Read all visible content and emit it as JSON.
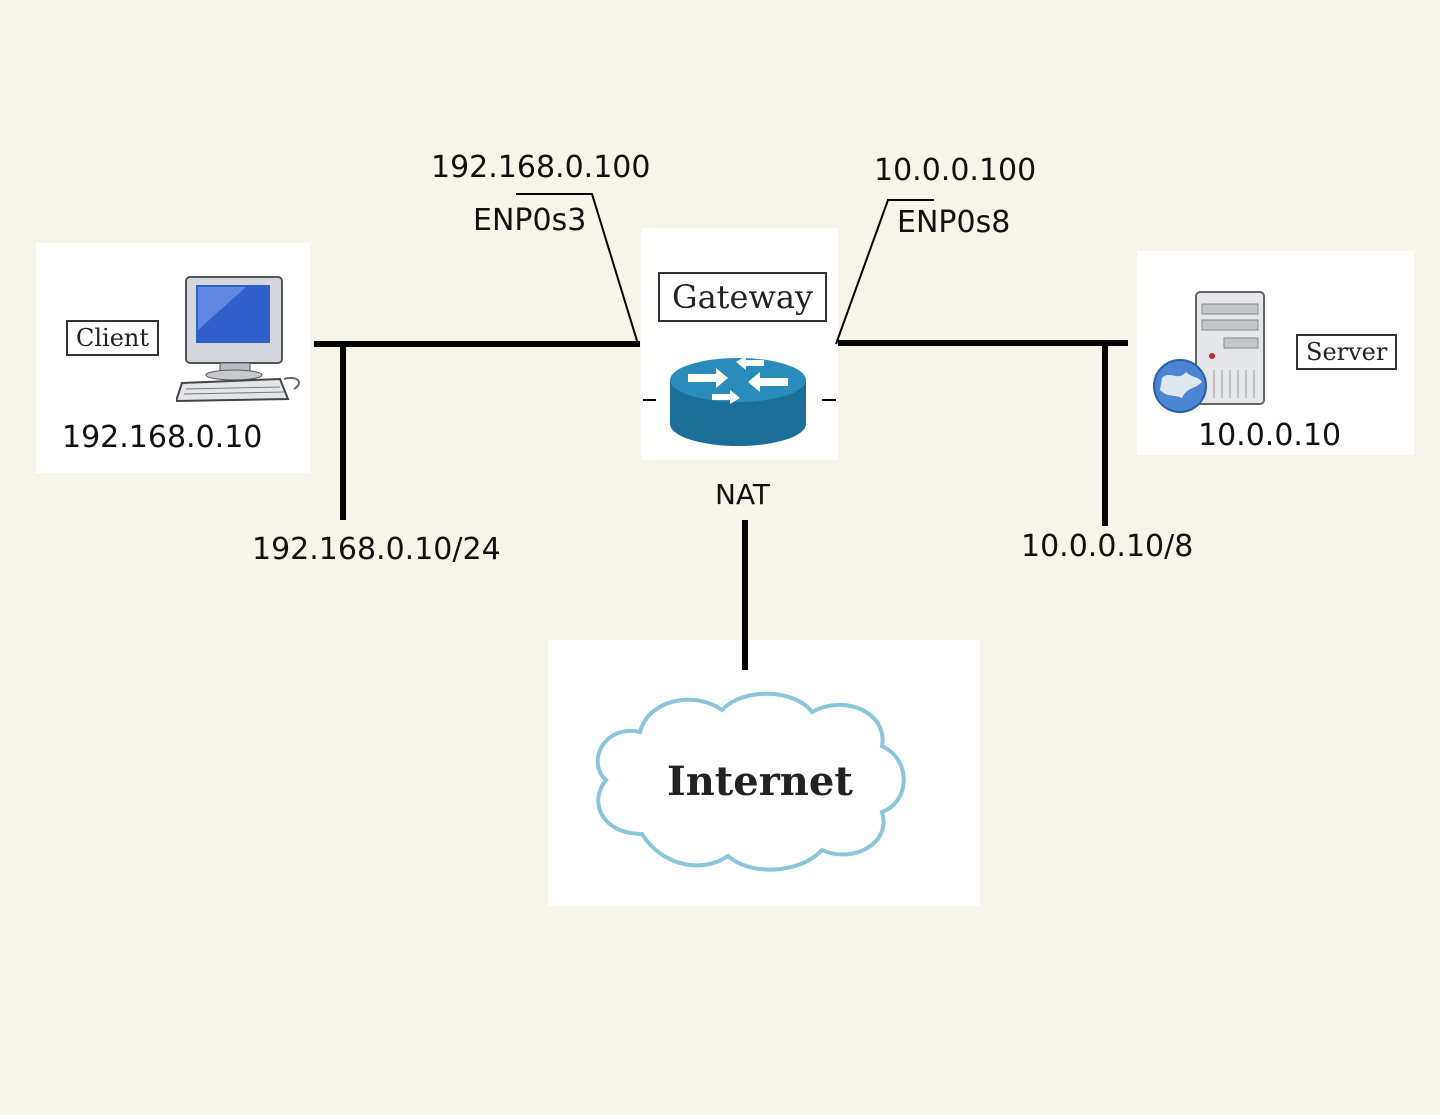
{
  "client": {
    "label": "Client",
    "ip": "192.168.0.10",
    "icon": "desktop-computer-icon"
  },
  "server": {
    "label": "Server",
    "ip": "10.0.0.10",
    "icon": "server-globe-icon"
  },
  "gateway": {
    "label": "Gateway",
    "icon": "router-icon",
    "nat_label": "NAT"
  },
  "left_interface": {
    "ip": "192.168.0.100",
    "name": "ENP0s3"
  },
  "right_interface": {
    "ip": "10.0.0.100",
    "name": "ENP0s8"
  },
  "left_network": {
    "cidr": "192.168.0.10/24"
  },
  "right_network": {
    "cidr": "10.0.0.10/8"
  },
  "internet": {
    "label": "Internet",
    "icon": "cloud-icon"
  },
  "colors": {
    "background": "#f7f5ea",
    "router": "#1f7ea8",
    "cloud_outline": "#8cc4d8"
  }
}
